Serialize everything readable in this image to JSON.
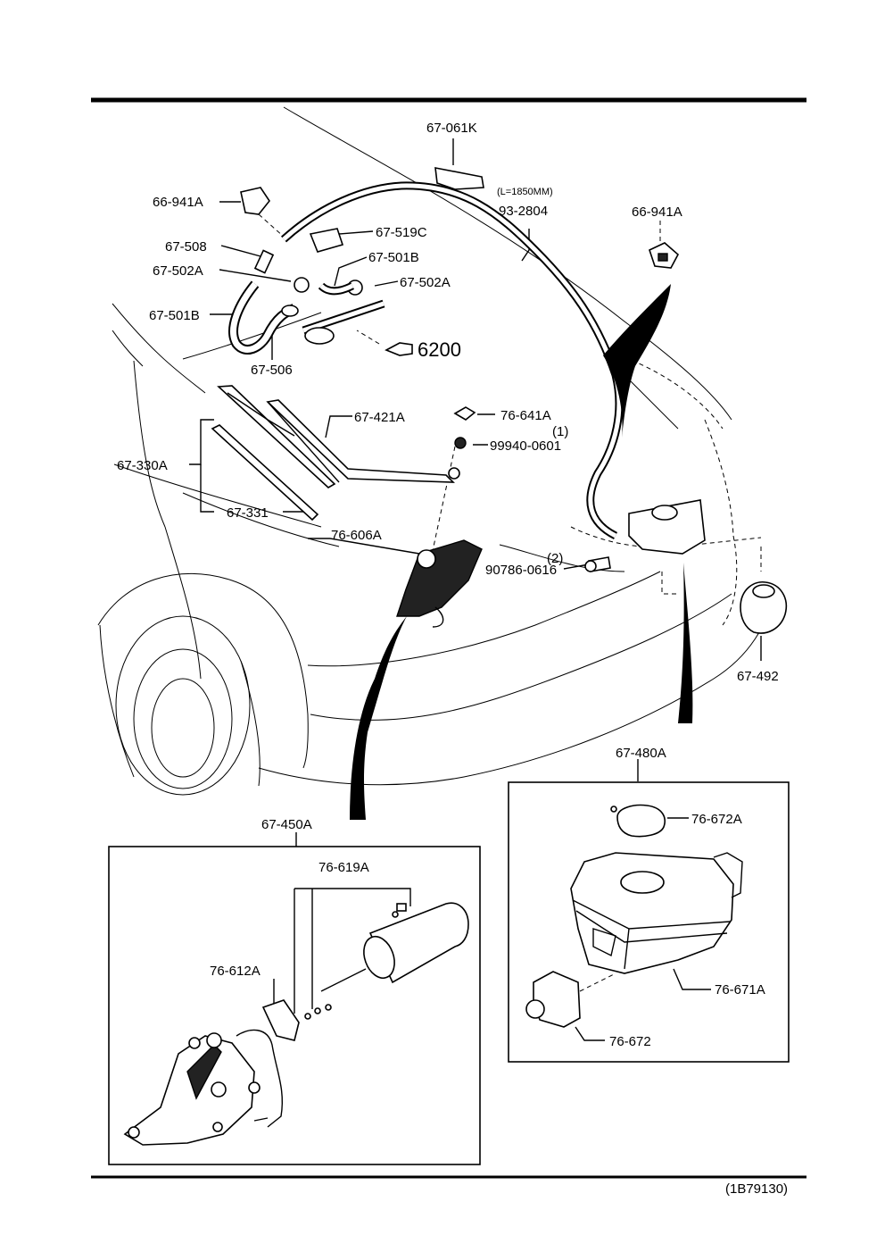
{
  "labels": {
    "l_67_061K": "67-061K",
    "l_66_941A_left": "66-941A",
    "l_66_941A_right": "66-941A",
    "l_hose_length": "(L=1850MM)",
    "l_93_2804": "93-2804",
    "l_67_508": "67-508",
    "l_67_519C": "67-519C",
    "l_67_502A_left": "67-502A",
    "l_67_501B_upper": "67-501B",
    "l_67_502A_right": "67-502A",
    "l_67_501B_left": "67-501B",
    "l_6200": "6200",
    "l_67_506": "67-506",
    "l_67_421A": "67-421A",
    "l_76_641A": "76-641A",
    "l_qty_1": "(1)",
    "l_99940_0601": "99940-0601",
    "l_67_330A": "67-330A",
    "l_67_331": "67-331",
    "l_76_606A": "76-606A",
    "l_qty_2": "(2)",
    "l_90786_0616": "90786-0616",
    "l_67_492": "67-492",
    "l_67_480A": "67-480A",
    "l_76_672A": "76-672A",
    "l_76_671A": "76-671A",
    "l_76_672": "76-672",
    "l_67_450A": "67-450A",
    "l_76_619A": "76-619A",
    "l_76_612A": "76-612A",
    "l_diagram_code": "(1B79130)"
  },
  "icons": [
    "arrow-6200-icon"
  ]
}
